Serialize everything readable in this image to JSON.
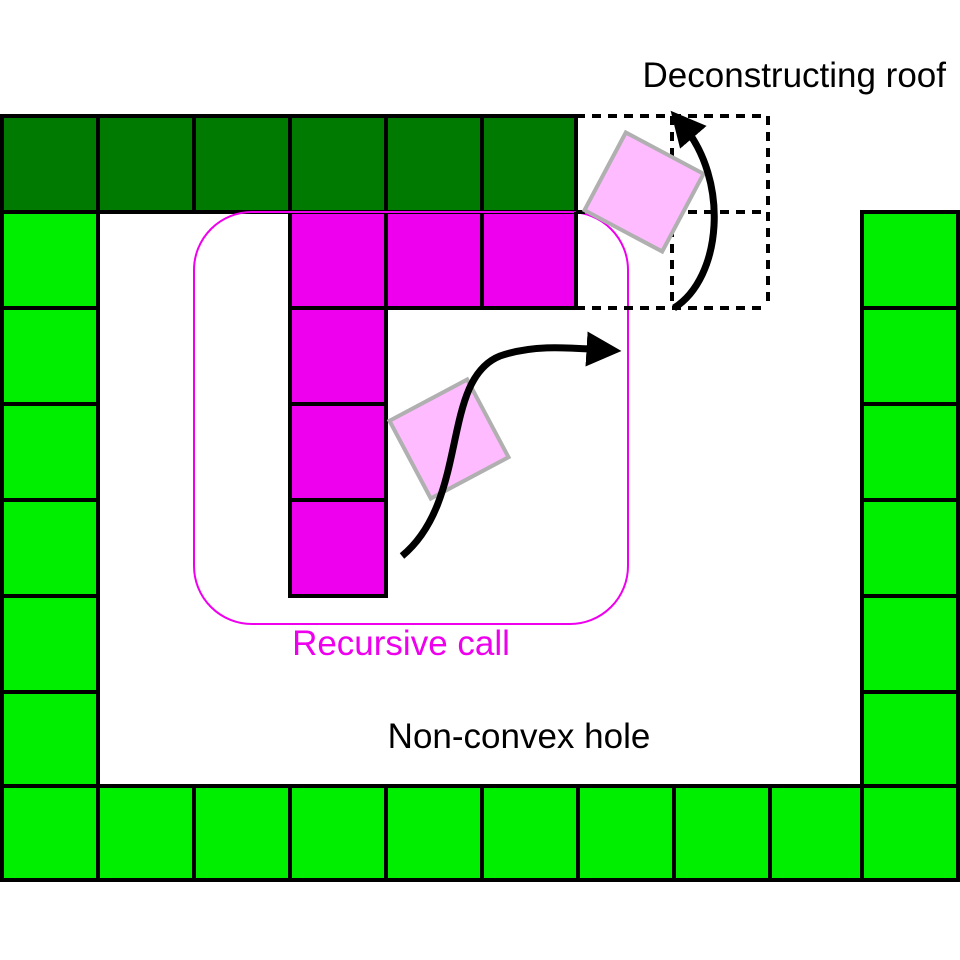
{
  "labels": {
    "deconstructing_roof": "Deconstructing roof",
    "recursive_call": "Recursive call",
    "non_convex_hole": "Non-convex hole"
  },
  "colors": {
    "roof_block": "#007a00",
    "wall_block": "#00ee00",
    "recursive_block": "#ee00ee",
    "moving_block": "#ffbbff",
    "moving_block_stroke": "#b0b0b0",
    "recursive_frame": "#ee00ee",
    "recursive_label": "#ee00ee",
    "block_stroke": "#000000",
    "text": "#000000"
  },
  "icons": {
    "arrow_roof": "curved-arrow-up-icon",
    "arrow_recursive": "s-curve-arrow-right-icon"
  }
}
